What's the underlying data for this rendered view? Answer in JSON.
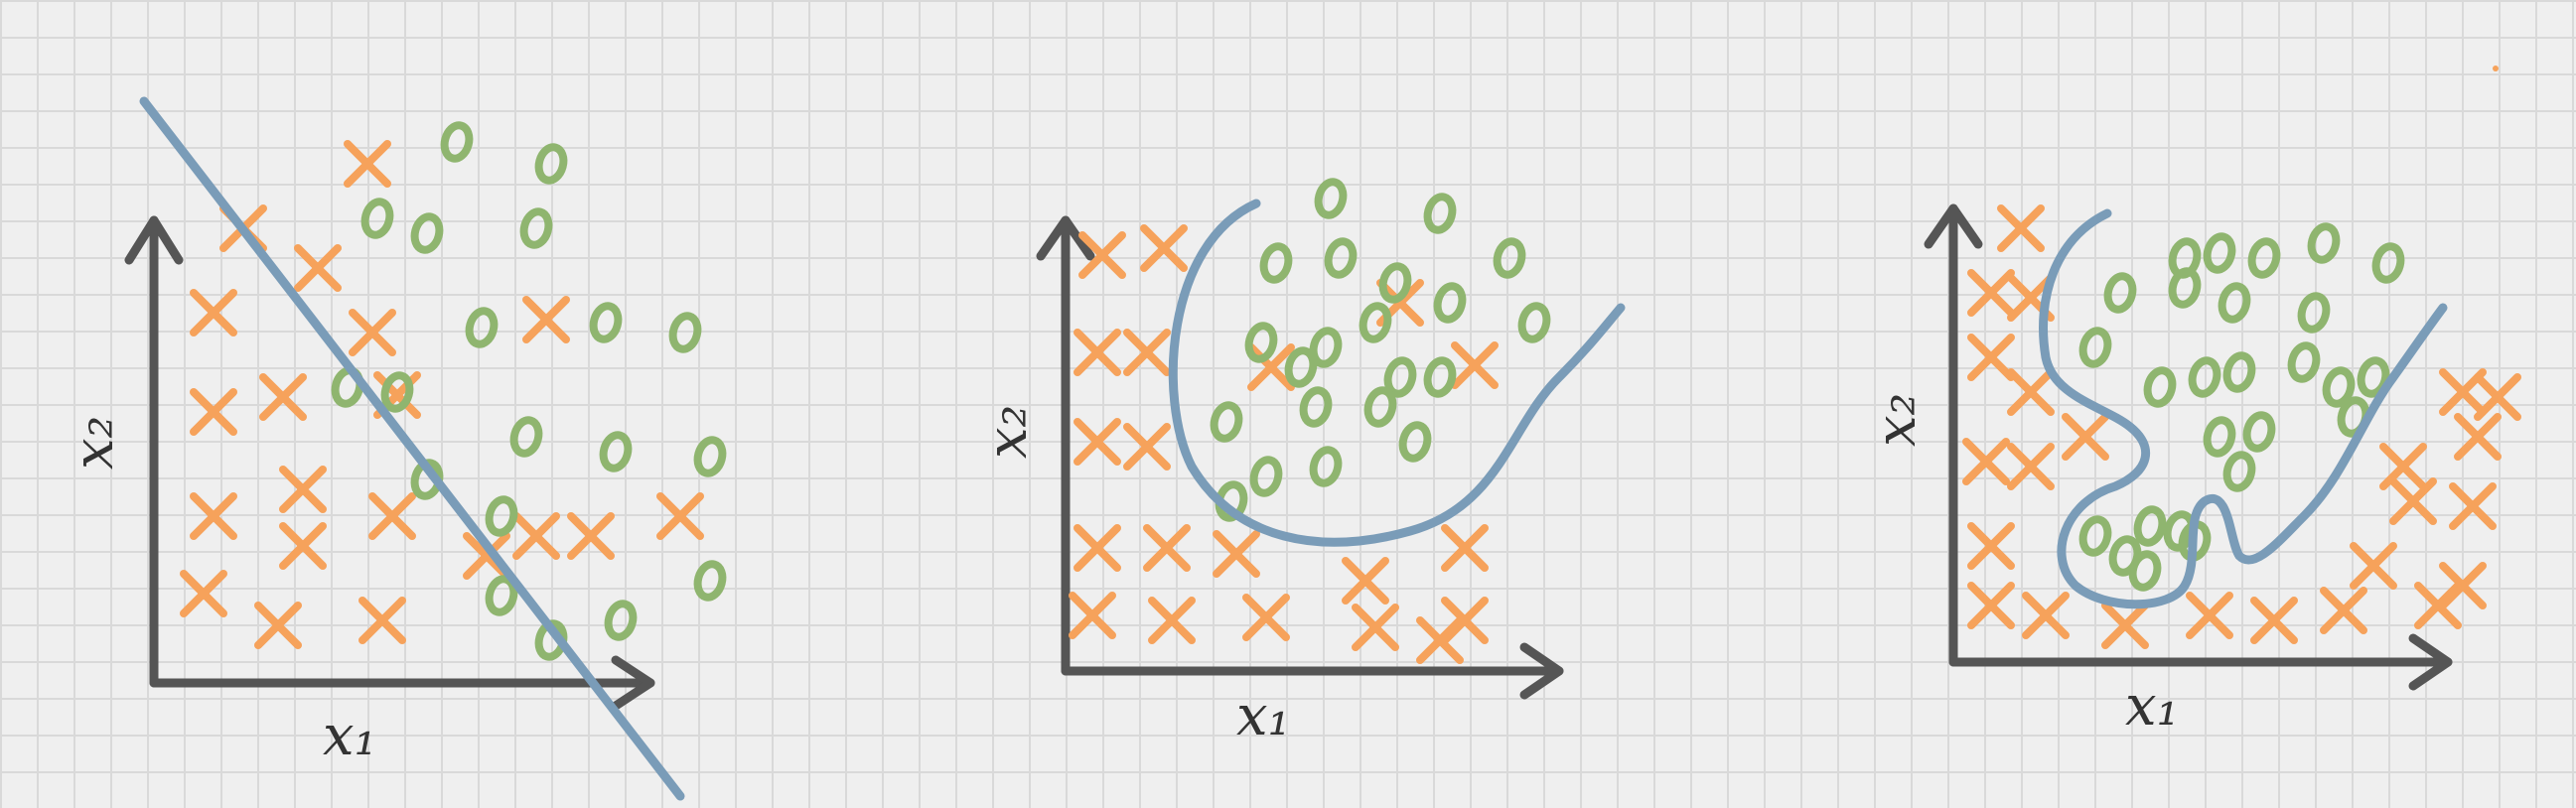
{
  "colors": {
    "background": "#efefef",
    "grid": "#d9d9d9",
    "axis": "#555555",
    "cross": "#f6a25b",
    "circle": "#8fb56f",
    "boundary": "#7a9cb8",
    "label": "#333333"
  },
  "panels": [
    {
      "id": "linear",
      "x_label": "x₁",
      "y_label": "x₂",
      "boundary_type": "straight-line"
    },
    {
      "id": "curved",
      "x_label": "x₁",
      "y_label": "x₂",
      "boundary_type": "u-curve"
    },
    {
      "id": "wiggly",
      "x_label": "x₁",
      "y_label": "x₂",
      "boundary_type": "wiggly-curve"
    }
  ]
}
